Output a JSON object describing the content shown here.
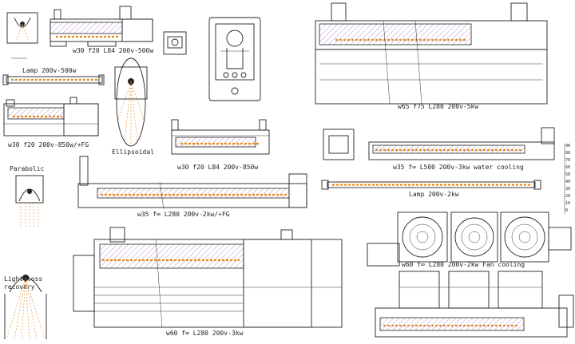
{
  "labels": {
    "lamp_w30_l84_500": "w30 f20 L84 200v-500w",
    "lamp_200_500": "Lamp 200v-500w",
    "w30_850_fg": "w30 f20  200v-850w/+FG",
    "ellipsoidal": "Ellipsoidal",
    "w30_l84_850": "w30 f20 L84 200v-850w",
    "parabolic": "Parabolic",
    "w35_l280_2kw": "w35 f∞ L280 200v-2kw/+FG",
    "w65_l280_5kw": "w65 f75 L280 200v-5kw",
    "w35_l500_3kw": "w35 f∞ L500 200v-3kw water cooling",
    "lamp_200_2kw": "Lamp 200v-2kw",
    "w60_fan": "w60 f∞ L280 200v-2kw  Fan cooling",
    "light_loss_1": "Light loss",
    "light_loss_2": "recovery",
    "w60_l280_3kw": "w60 f∞ L280 200v-3kw"
  },
  "scale_ticks": [
    "90",
    "80",
    "70",
    "60",
    "50",
    "40",
    "30",
    "20",
    "10",
    "0"
  ]
}
